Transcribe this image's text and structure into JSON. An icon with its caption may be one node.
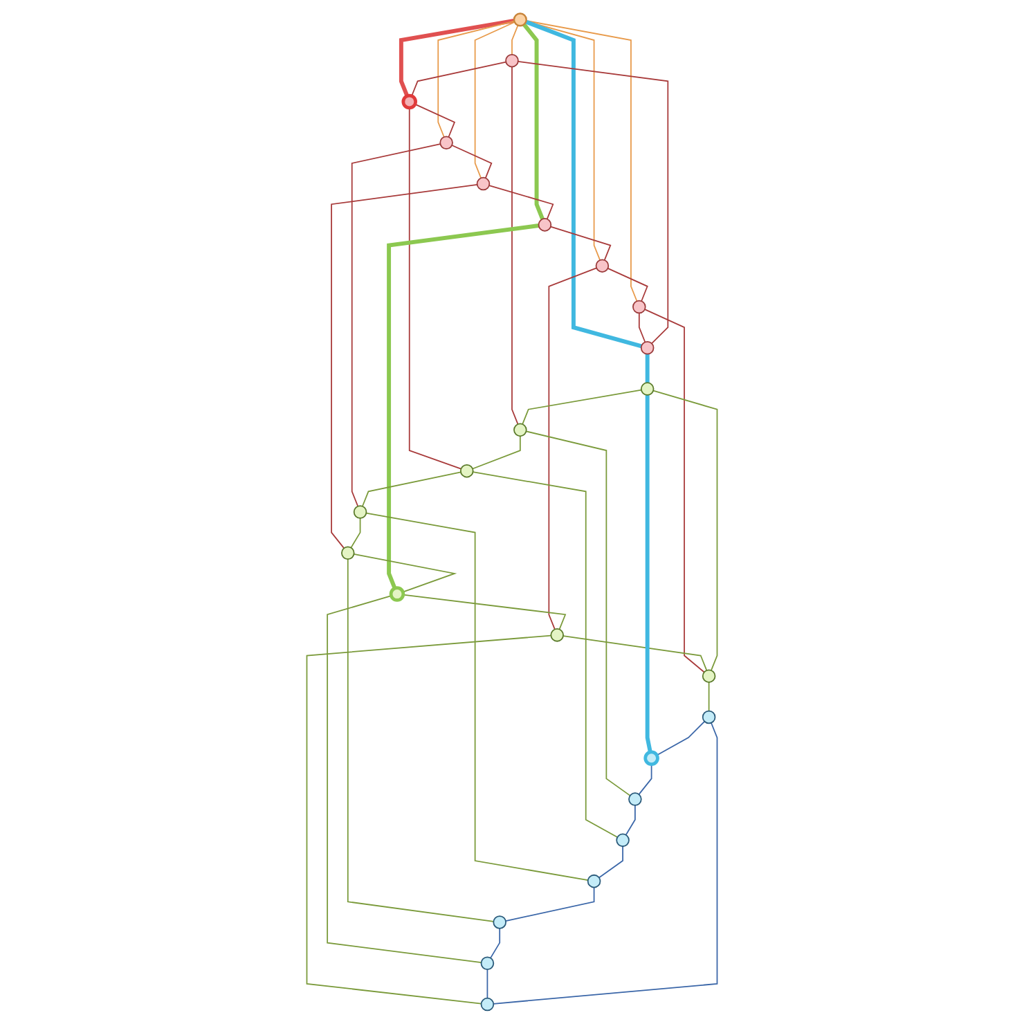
{
  "diagram": {
    "nodes": [
      {
        "text": [],
        "shape": "circle"
      },
      {
        "text": [],
        "shape": "circle"
      },
      {
        "text": [],
        "shape": "circle"
      },
      {
        "text": [],
        "shape": "circle"
      },
      {
        "text": [],
        "shape": "circle"
      },
      {
        "text": [],
        "shape": "circle"
      },
      {
        "text": [],
        "shape": "circle"
      },
      {
        "text": [],
        "shape": "circle"
      },
      {
        "text": [],
        "shape": "circle"
      },
      {
        "text": [],
        "shape": "circle"
      },
      {
        "text": [],
        "shape": "circle"
      },
      {
        "text": [],
        "shape": "circle"
      },
      {
        "text": [],
        "shape": "circle"
      },
      {
        "text": [],
        "shape": "circle"
      },
      {
        "text": [],
        "shape": "circle"
      },
      {
        "text": [],
        "shape": "circle"
      },
      {
        "text": [],
        "shape": "circle"
      },
      {
        "text": [],
        "shape": "circle"
      },
      {
        "text": [],
        "shape": "circle"
      },
      {
        "text": [],
        "shape": "circle"
      },
      {
        "text": [],
        "shape": "circle"
      },
      {
        "text": [],
        "shape": "circle"
      },
      {
        "text": [],
        "shape": "circle"
      },
      {
        "text": [],
        "shape": "circle"
      },
      {
        "text": [],
        "shape": "circle"
      }
    ],
    "edges": [
      {
        "from": 0,
        "to": 1,
        "arrow": "none",
        "color": "#e89a4a"
      },
      {
        "from": 0,
        "to": 2,
        "arrow": "none",
        "style": "thick",
        "color": "#e05050"
      },
      {
        "from": 0,
        "to": 3,
        "arrow": "none",
        "color": "#e89a4a"
      },
      {
        "from": 0,
        "to": 4,
        "arrow": "none",
        "color": "#e89a4a"
      },
      {
        "from": 0,
        "to": 5,
        "arrow": "none",
        "style": "thick",
        "color": "#8cc850"
      },
      {
        "from": 0,
        "to": 6,
        "arrow": "none",
        "color": "#e89a4a"
      },
      {
        "from": 0,
        "to": 7,
        "arrow": "none",
        "color": "#e89a4a"
      },
      {
        "from": 0,
        "to": 8,
        "arrow": "none",
        "style": "thick",
        "color": "#40b8e0"
      },
      {
        "from": 1,
        "to": 2,
        "arrow": "none",
        "color": "#a83a3a"
      },
      {
        "from": 2,
        "to": 3,
        "arrow": "none",
        "color": "#a83a3a"
      },
      {
        "from": 3,
        "to": 4,
        "arrow": "none",
        "color": "#a83a3a"
      },
      {
        "from": 4,
        "to": 5,
        "arrow": "none",
        "color": "#a83a3a"
      },
      {
        "from": 5,
        "to": 6,
        "arrow": "none",
        "color": "#a83a3a"
      },
      {
        "from": 6,
        "to": 7,
        "arrow": "none",
        "color": "#a83a3a"
      },
      {
        "from": 7,
        "to": 8,
        "arrow": "none",
        "color": "#a83a3a"
      },
      {
        "from": 8,
        "to": 1,
        "arrow": "none",
        "color": "#a83a3a"
      },
      {
        "from": 1,
        "to": 9,
        "arrow": "none",
        "color": "#a83a3a"
      },
      {
        "from": 2,
        "to": 10,
        "arrow": "none",
        "color": "#a83a3a"
      },
      {
        "from": 3,
        "to": 11,
        "arrow": "none",
        "color": "#a83a3a"
      },
      {
        "from": 4,
        "to": 12,
        "arrow": "none",
        "color": "#a83a3a"
      },
      {
        "from": 5,
        "to": 13,
        "arrow": "none",
        "style": "thick",
        "color": "#8cc850"
      },
      {
        "from": 6,
        "to": 14,
        "arrow": "none",
        "color": "#a83a3a"
      },
      {
        "from": 7,
        "to": 15,
        "arrow": "none",
        "color": "#a83a3a"
      },
      {
        "from": 8,
        "to": 16,
        "arrow": "none",
        "style": "thick",
        "color": "#40b8e0"
      },
      {
        "from": 9,
        "to": 10,
        "arrow": "none",
        "color": "#7a9a3a"
      },
      {
        "from": 10,
        "to": 11,
        "arrow": "none",
        "color": "#7a9a3a"
      },
      {
        "from": 11,
        "to": 12,
        "arrow": "none",
        "color": "#7a9a3a"
      },
      {
        "from": 12,
        "to": 13,
        "arrow": "none",
        "color": "#7a9a3a"
      },
      {
        "from": 13,
        "to": 14,
        "arrow": "none",
        "color": "#7a9a3a"
      },
      {
        "from": 14,
        "to": 15,
        "arrow": "none",
        "color": "#7a9a3a"
      },
      {
        "from": 15,
        "to": 16,
        "arrow": "none",
        "color": "#7a9a3a"
      },
      {
        "from": 16,
        "to": 9,
        "arrow": "none",
        "color": "#7a9a3a"
      },
      {
        "from": 9,
        "to": 17,
        "arrow": "none",
        "color": "#7a9a3a"
      },
      {
        "from": 10,
        "to": 18,
        "arrow": "none",
        "color": "#7a9a3a"
      },
      {
        "from": 11,
        "to": 19,
        "arrow": "none",
        "color": "#7a9a3a"
      },
      {
        "from": 12,
        "to": 20,
        "arrow": "none",
        "color": "#7a9a3a"
      },
      {
        "from": 13,
        "to": 21,
        "arrow": "none",
        "color": "#7a9a3a"
      },
      {
        "from": 14,
        "to": 22,
        "arrow": "none",
        "color": "#7a9a3a"
      },
      {
        "from": 15,
        "to": 23,
        "arrow": "none",
        "color": "#7a9a3a"
      },
      {
        "from": 16,
        "to": 24,
        "arrow": "none",
        "style": "thick",
        "color": "#40b8e0"
      },
      {
        "from": 17,
        "to": 18,
        "arrow": "none",
        "color": "#3a66a8"
      },
      {
        "from": 18,
        "to": 19,
        "arrow": "none",
        "color": "#3a66a8"
      },
      {
        "from": 19,
        "to": 20,
        "arrow": "none",
        "color": "#3a66a8"
      },
      {
        "from": 20,
        "to": 21,
        "arrow": "none",
        "color": "#3a66a8"
      },
      {
        "from": 21,
        "to": 22,
        "arrow": "none",
        "color": "#3a66a8"
      },
      {
        "from": 22,
        "to": 23,
        "arrow": "none",
        "color": "#3a66a8"
      },
      {
        "from": 23,
        "to": 24,
        "arrow": "none",
        "color": "#3a66a8"
      },
      {
        "from": 24,
        "to": 17,
        "arrow": "none",
        "color": "#3a66a8"
      }
    ]
  }
}
